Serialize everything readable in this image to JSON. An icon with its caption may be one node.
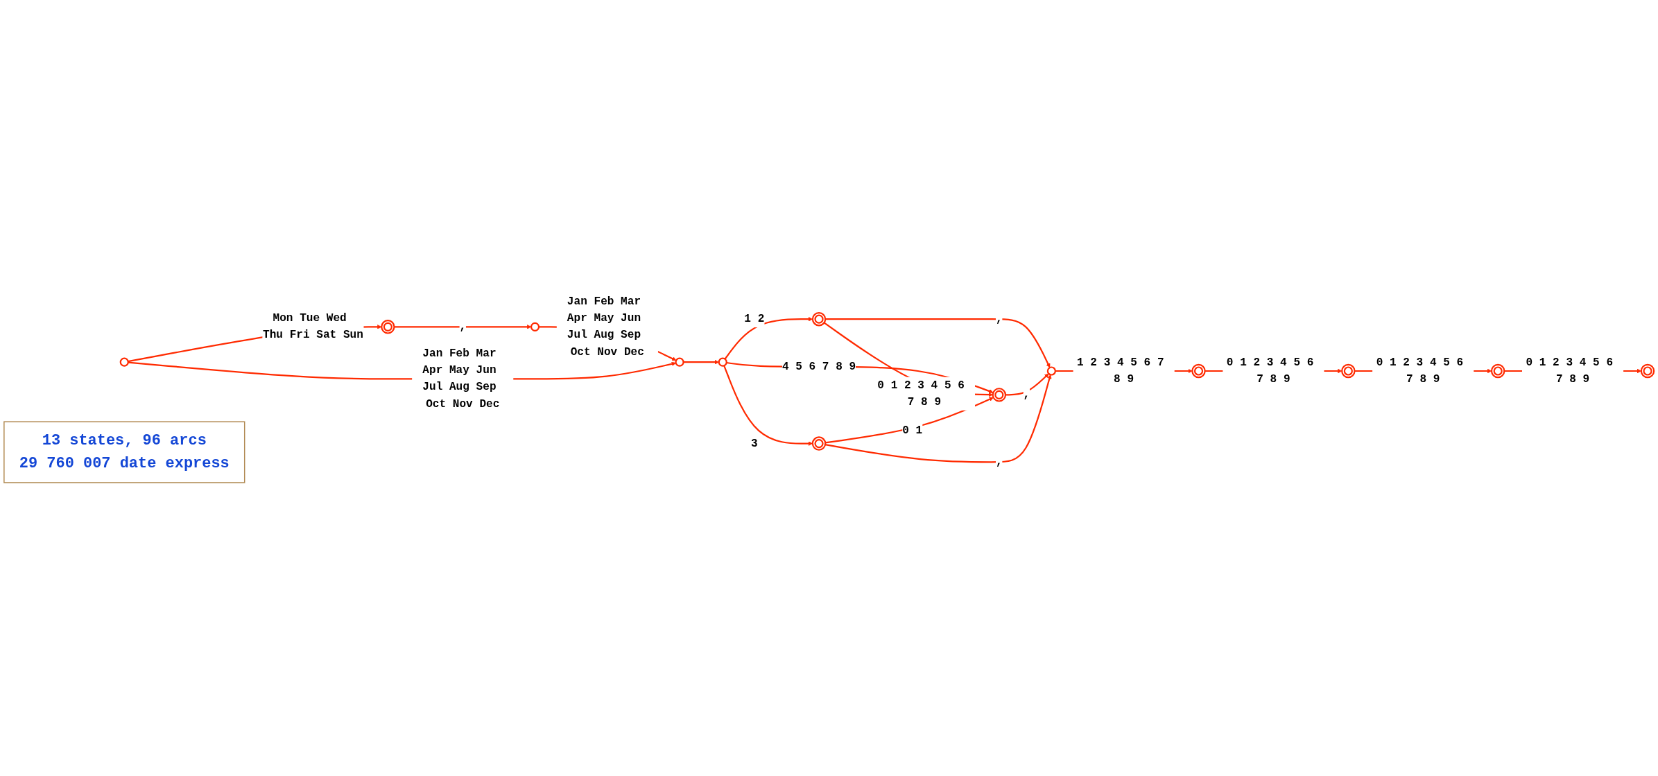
{
  "diagram": {
    "nodes": [
      {
        "text": [],
        "shape": "circle"
      },
      {
        "text": [],
        "shape": "doublecircle"
      },
      {
        "text": [],
        "shape": "circle"
      },
      {
        "text": [],
        "shape": "circle"
      },
      {
        "text": [],
        "shape": "circle"
      },
      {
        "text": [],
        "shape": "doublecircle"
      },
      {
        "text": [],
        "shape": "circle"
      },
      {
        "text": [],
        "shape": "doublecircle"
      },
      {
        "text": [],
        "shape": "doublecircle"
      },
      {
        "text": [],
        "shape": "doublecircle"
      },
      {
        "text": [],
        "shape": "doublecircle"
      },
      {
        "text": [],
        "shape": "doublecircle"
      },
      {
        "text": [],
        "shape": "doublecircle"
      },
      {
        "text": [
          "13 states, 96 arcs",
          "29 760 007 date express"
        ]
      }
    ],
    "edges": [
      {
        "from": 0,
        "to": 1,
        "arrow": "to",
        "label": "Mon Tue Wed Thu Fri Sat Sun"
      },
      {
        "from": 1,
        "to": 2,
        "arrow": "to",
        "label": ","
      },
      {
        "from": 2,
        "to": 3,
        "arrow": "to",
        "label": "Jan Feb Mar Apr May Jun Jul Aug Sep Oct Nov Dec"
      },
      {
        "from": 0,
        "to": 3,
        "arrow": "to",
        "label": "Jan Feb Mar Apr May Jun Jul Aug Sep Oct Nov Dec"
      },
      {
        "from": 3,
        "to": 4,
        "arrow": "to"
      },
      {
        "from": 4,
        "to": 5,
        "arrow": "to",
        "label": "1 2"
      },
      {
        "from": 4,
        "to": 11,
        "arrow": "to",
        "label": "3"
      },
      {
        "from": 4,
        "to": 12,
        "arrow": "to",
        "label": "4 5 6 7 8 9"
      },
      {
        "from": 5,
        "to": 6,
        "arrow": "to",
        "label": ","
      },
      {
        "from": 5,
        "to": 12,
        "arrow": "to",
        "label": "0 1 2 3 4 5 6 7 8 9"
      },
      {
        "from": 11,
        "to": 12,
        "arrow": "to",
        "label": "0 1"
      },
      {
        "from": 12,
        "to": 6,
        "arrow": "to",
        "label": ","
      },
      {
        "from": 11,
        "to": 6,
        "arrow": "to",
        "label": ","
      },
      {
        "from": 6,
        "to": 7,
        "arrow": "to",
        "label": "1 2 3 4 5 6 7 8 9"
      },
      {
        "from": 7,
        "to": 8,
        "arrow": "to",
        "label": "0 1 2 3 4 5 6 7 8 9"
      },
      {
        "from": 8,
        "to": 9,
        "arrow": "to",
        "label": "0 1 2 3 4 5 6 7 8 9"
      },
      {
        "from": 9,
        "to": 10,
        "arrow": "to",
        "label": "0 1 2 3 4 5 6 7 8 9"
      }
    ]
  }
}
